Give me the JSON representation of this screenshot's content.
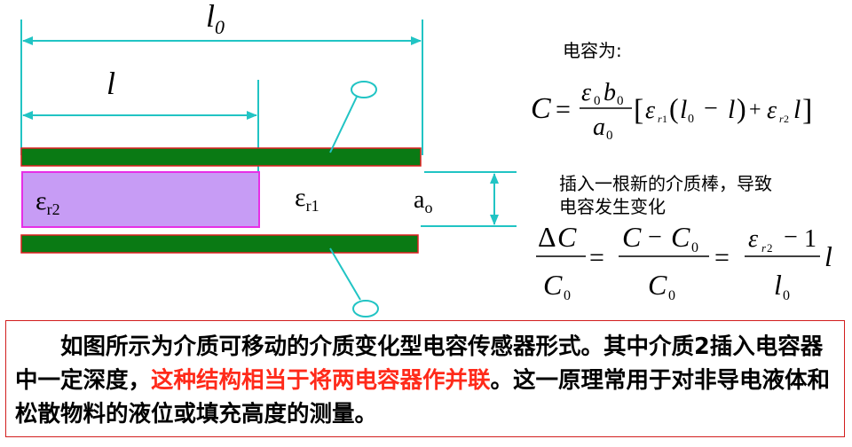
{
  "labels": {
    "l0": "l",
    "l0_sub": "0",
    "l": "l",
    "eps_r2": "ε",
    "eps_r2_sub": "r2",
    "eps_r1": "ε",
    "eps_r1_sub": "r1",
    "a0": "a",
    "a0_sub": "o"
  },
  "equations": {
    "capacitance_caption": "电容为:",
    "change_caption_line1": "插入一根新的介质棒，导致",
    "change_caption_line2": "电容发生变化"
  },
  "description": {
    "part1": "如图所示为介质可移动的介质变化型电容传感器形式。其中介质2插入电容器中一定深度，",
    "highlight": "这种结构相当于将两电容器作并联",
    "part2": "。这一原理常用于对非导电液体和松散物料的液位或填充高度的测量。"
  },
  "colors": {
    "plate_fill": "#0a7a14",
    "plate_border": "#e02020",
    "dielectric_fill": "#c79cf5",
    "dielectric_border": "#e62fe6",
    "dimension_line": "#21c4c4",
    "highlight_text": "#ff2a1a"
  }
}
